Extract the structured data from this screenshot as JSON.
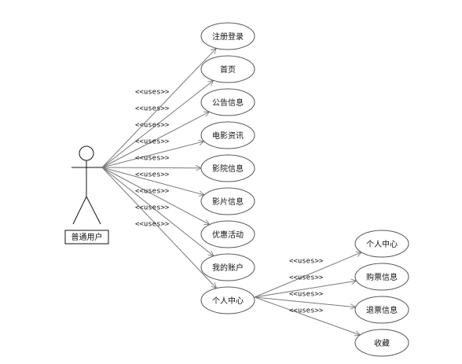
{
  "actor": {
    "label": "普通用户"
  },
  "stereotype": "<<uses>>",
  "use_cases": [
    {
      "label": "注册登录"
    },
    {
      "label": "首页"
    },
    {
      "label": "公告信息"
    },
    {
      "label": "电影资讯"
    },
    {
      "label": "影院信息"
    },
    {
      "label": "影片信息"
    },
    {
      "label": "优惠活动"
    },
    {
      "label": "我的账户"
    },
    {
      "label": "个人中心"
    }
  ],
  "sub_use_cases": [
    {
      "label": "个人中心"
    },
    {
      "label": "购票信息"
    },
    {
      "label": "退票信息"
    },
    {
      "label": "收藏"
    }
  ]
}
